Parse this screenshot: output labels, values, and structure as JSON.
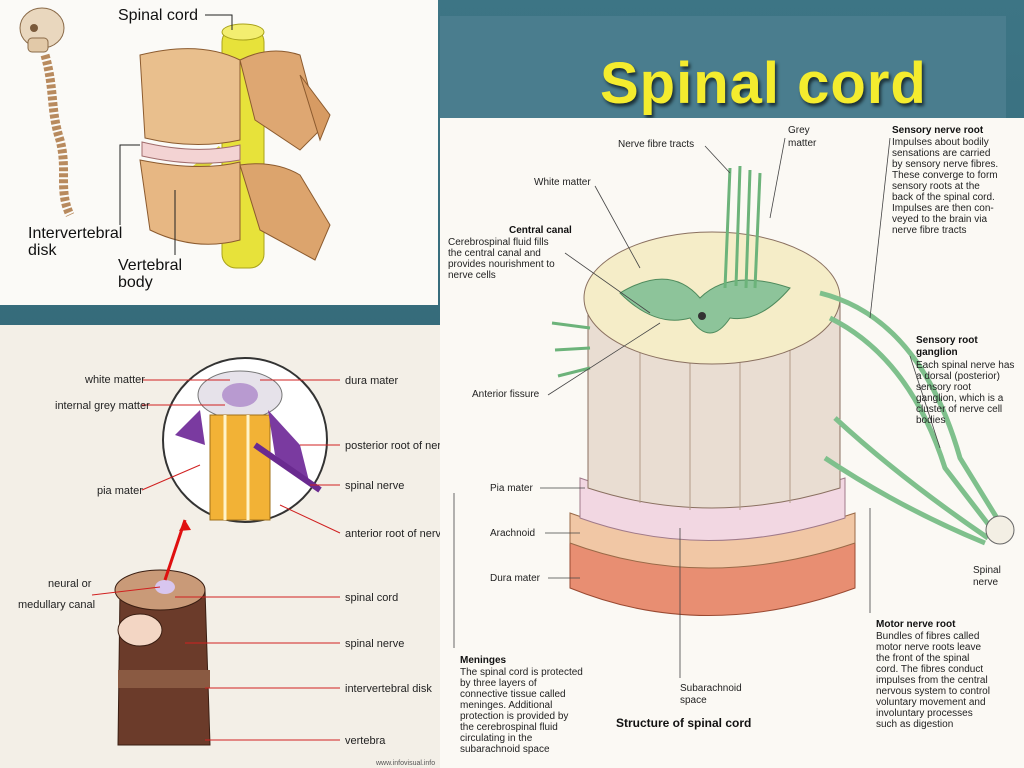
{
  "title": "Spinal cord",
  "panel1": {
    "spinal_cord": "Spinal cord",
    "intervertebral_line1": "Intervertebral",
    "intervertebral_line2": "disk",
    "vertebral_line1": "Vertebral",
    "vertebral_line2": "body"
  },
  "panel2": {
    "white_matter": "white matter",
    "internal_grey_matter": "internal grey matter",
    "pia_mater": "pia mater",
    "dura_mater": "dura mater",
    "posterior_root": "posterior root of nerve",
    "spinal_nerve_top": "spinal nerve",
    "anterior_root": "anterior root of nerve",
    "neural_line1": "neural or",
    "neural_line2": "medullary canal",
    "spinal_cord": "spinal cord",
    "spinal_nerve_bottom": "spinal nerve",
    "intervertebral_disk": "intervertebral disk",
    "vertebra": "vertebra",
    "watermark": "www.infovisual.info"
  },
  "panel3": {
    "nerve_fibre_tracts": "Nerve fibre tracts",
    "grey_matter_line1": "Grey",
    "grey_matter_line2": "matter",
    "white_matter": "White matter",
    "central_canal_title": "Central canal",
    "central_canal_text": [
      "Cerebrospinal fluid fills",
      "the central canal and",
      "provides nourishment to",
      "nerve cells"
    ],
    "sensory_root_title": "Sensory nerve root",
    "sensory_root_text": [
      "Impulses about bodily",
      "sensations are carried",
      "by sensory nerve fibres.",
      "These converge to form",
      "sensory roots at the",
      "back of the spinal cord.",
      "Impulses are then con-",
      "veyed to the brain via",
      "nerve fibre tracts"
    ],
    "anterior_fissure": "Anterior fissure",
    "ganglion_title_line1": "Sensory root",
    "ganglion_title_line2": "ganglion",
    "ganglion_text": [
      "Each spinal nerve has",
      "a dorsal (posterior)",
      "sensory root",
      "ganglion, which is a",
      "cluster of nerve cell",
      "bodies"
    ],
    "pia_mater": "Pia mater",
    "arachnoid": "Arachnoid",
    "dura_mater": "Dura mater",
    "spinal_nerve_line1": "Spinal",
    "spinal_nerve_line2": "nerve",
    "motor_root_title": "Motor nerve root",
    "motor_root_text": [
      "Bundles of fibres called",
      "motor nerve roots leave",
      "the front of the spinal",
      "cord. The fibres conduct",
      "impulses from the central",
      "nervous system to control",
      "voluntary movement and",
      "involuntary processes",
      "such as digestion"
    ],
    "meninges_title": "Meninges",
    "meninges_text": [
      "The spinal cord is protected",
      "by three layers of",
      "connective tissue called",
      "meninges. Additional",
      "protection is provided by",
      "the cerebrospinal fluid",
      "circulating in the",
      "subarachnoid space"
    ],
    "subarachnoid_line1": "Subarachnoid",
    "subarachnoid_line2": "space",
    "caption": "Structure of spinal cord"
  }
}
